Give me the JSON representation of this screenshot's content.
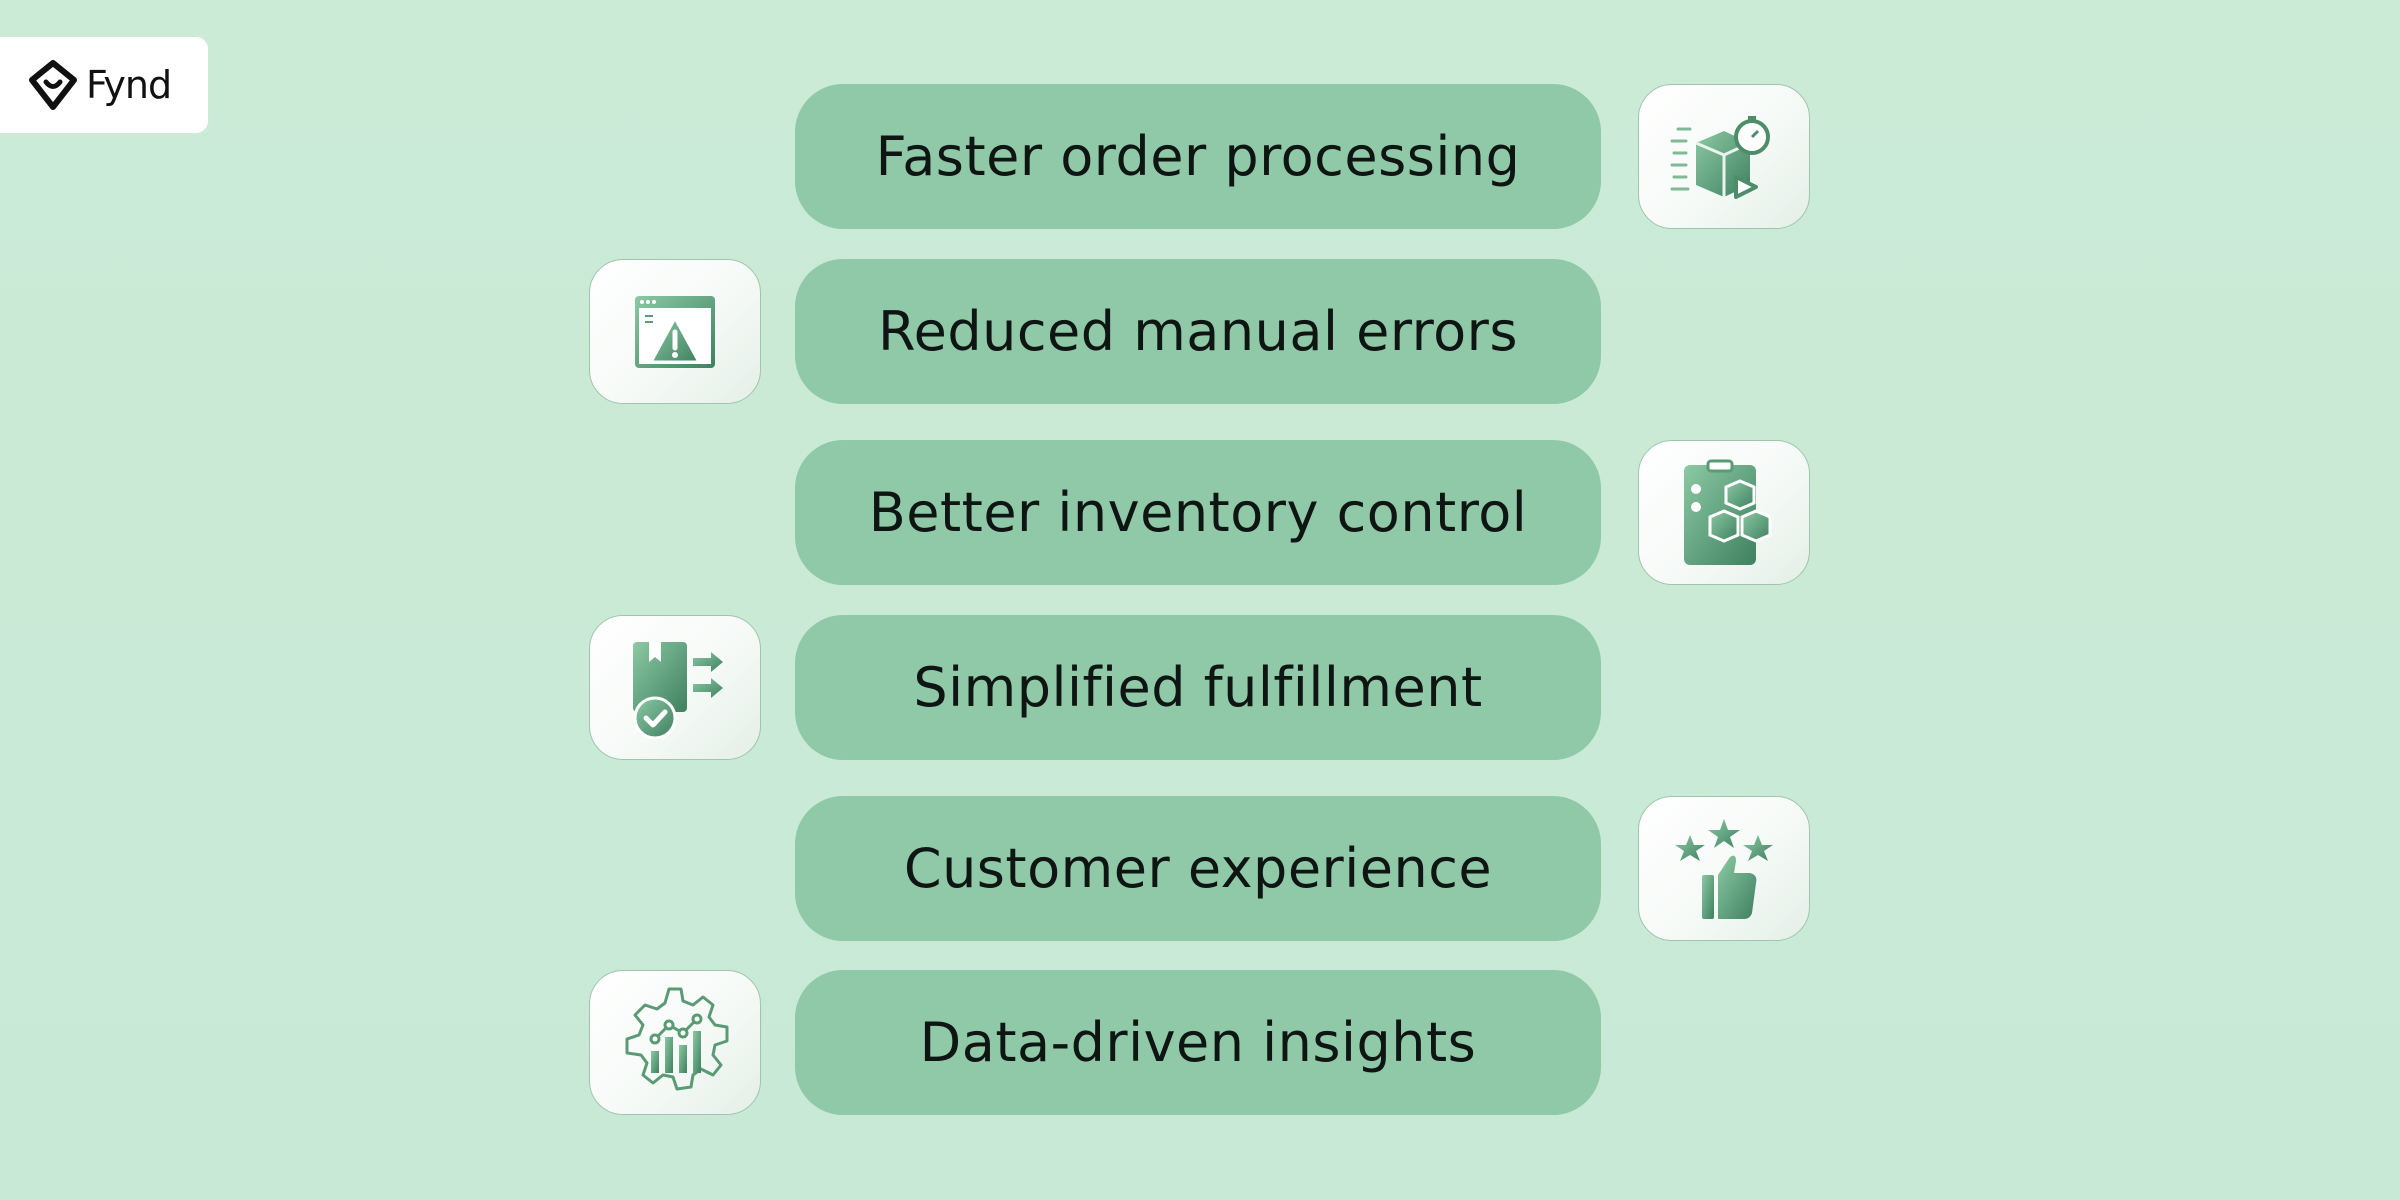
{
  "brand": {
    "logo_text": "Fynd"
  },
  "benefits": [
    {
      "label": "Faster order processing",
      "icon": "fast-delivery-box-icon",
      "icon_side": "right"
    },
    {
      "label": "Reduced manual errors",
      "icon": "warning-window-icon",
      "icon_side": "left"
    },
    {
      "label": "Better inventory control",
      "icon": "inventory-boxes-icon",
      "icon_side": "right"
    },
    {
      "label": "Simplified fulfillment",
      "icon": "package-checked-icon",
      "icon_side": "left"
    },
    {
      "label": "Customer experience",
      "icon": "thumbs-up-stars-icon",
      "icon_side": "right"
    },
    {
      "label": "Data-driven insights",
      "icon": "analytics-gear-icon",
      "icon_side": "left"
    }
  ],
  "colors": {
    "background": "#c9eAd6",
    "pill": "#8fc9a7",
    "icon_green": "#5a9a74"
  }
}
